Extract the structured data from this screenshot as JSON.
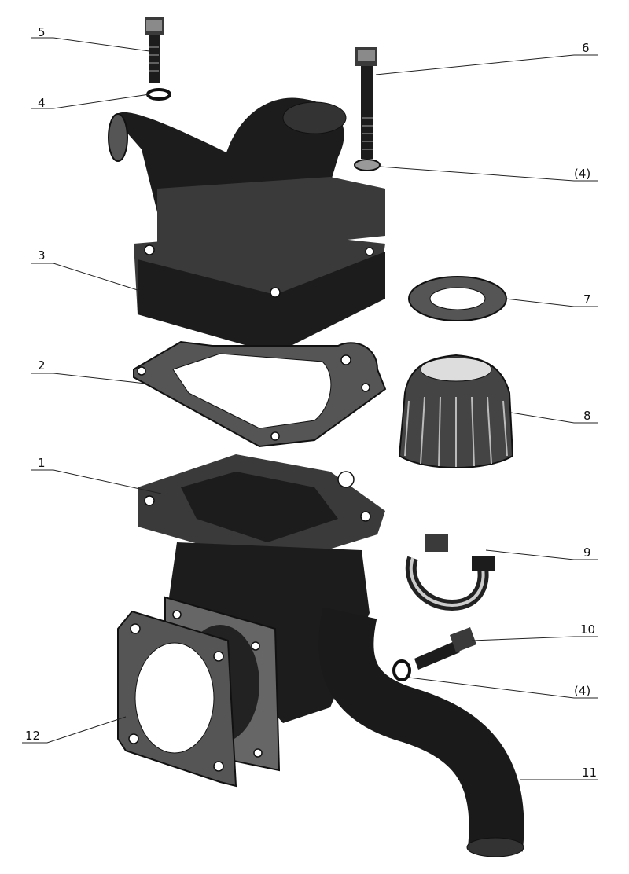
{
  "diagram": {
    "labels": [
      {
        "id": "5",
        "text": "5"
      },
      {
        "id": "4",
        "text": "4"
      },
      {
        "id": "6",
        "text": "6"
      },
      {
        "id": "4b",
        "text": "(4)"
      },
      {
        "id": "3",
        "text": "3"
      },
      {
        "id": "7",
        "text": "7"
      },
      {
        "id": "2",
        "text": "2"
      },
      {
        "id": "8",
        "text": "8"
      },
      {
        "id": "1",
        "text": "1"
      },
      {
        "id": "9",
        "text": "9"
      },
      {
        "id": "10",
        "text": "10"
      },
      {
        "id": "4c",
        "text": "(4)"
      },
      {
        "id": "12",
        "text": "12"
      },
      {
        "id": "11",
        "text": "11"
      }
    ]
  }
}
